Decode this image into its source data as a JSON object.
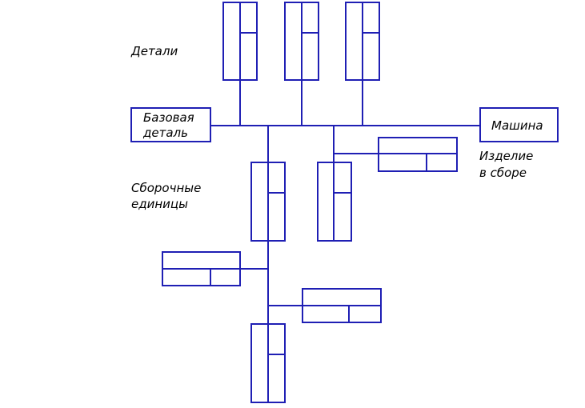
{
  "colors": {
    "line": "#1f1fb4",
    "text": "#000000",
    "background": "#ffffff"
  },
  "labels": {
    "details": "Детали",
    "assembly_units_line1": "Сборочные",
    "assembly_units_line2": "единицы",
    "product_line1": "Изделие",
    "product_line2": "в сборе"
  },
  "boxes": {
    "base_detail_line1": "Базовая",
    "base_detail_line2": "деталь",
    "machine": "Машина"
  }
}
